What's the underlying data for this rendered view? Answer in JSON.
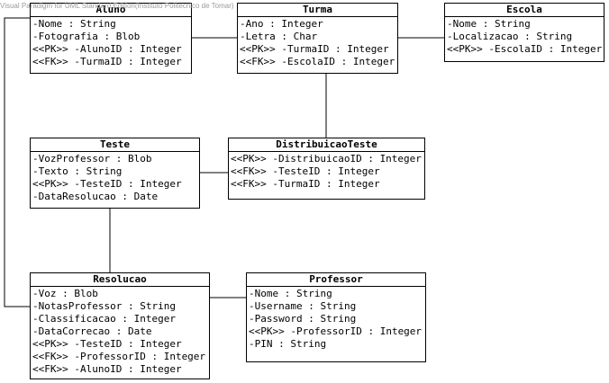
{
  "watermark": "Visual Paradigm for UML Standard Edition(Instituto Politecnico de Tomar)",
  "classes": {
    "aluno": {
      "name": "Aluno",
      "attributes": [
        "-Nome : String",
        "-Fotografia : Blob",
        "<<PK>> -AlunoID : Integer",
        "<<FK>> -TurmaID : Integer"
      ]
    },
    "turma": {
      "name": "Turma",
      "attributes": [
        "-Ano : Integer",
        "-Letra : Char",
        "<<PK>> -TurmaID : Integer",
        "<<FK>> -EscolaID : Integer"
      ]
    },
    "escola": {
      "name": "Escola",
      "attributes": [
        "-Nome : String",
        "-Localizacao : String",
        "<<PK>> -EscolaID : Integer"
      ]
    },
    "teste": {
      "name": "Teste",
      "attributes": [
        "-VozProfessor : Blob",
        "-Texto : String",
        "<<PK>> -TesteID : Integer",
        "-DataResolucao : Date"
      ]
    },
    "distribuicao": {
      "name": "DistribuicaoTeste",
      "attributes": [
        "<<PK>> -DistribuicaoID : Integer",
        "<<FK>> -TesteID : Integer",
        "<<FK>> -TurmaID : Integer"
      ]
    },
    "resolucao": {
      "name": "Resolucao",
      "attributes": [
        "-Voz : Blob",
        "-NotasProfessor : String",
        "-Classificacao : Integer",
        "-DataCorrecao : Date",
        "<<PK>> -TesteID : Integer",
        "<<FK>> -ProfessorID : Integer",
        "<<FK>> -AlunoID : Integer"
      ]
    },
    "professor": {
      "name": "Professor",
      "attributes": [
        "-Nome : String",
        "-Username : String",
        "-Password : String",
        "<<PK>> -ProfessorID : Integer",
        "-PIN : String"
      ]
    }
  }
}
